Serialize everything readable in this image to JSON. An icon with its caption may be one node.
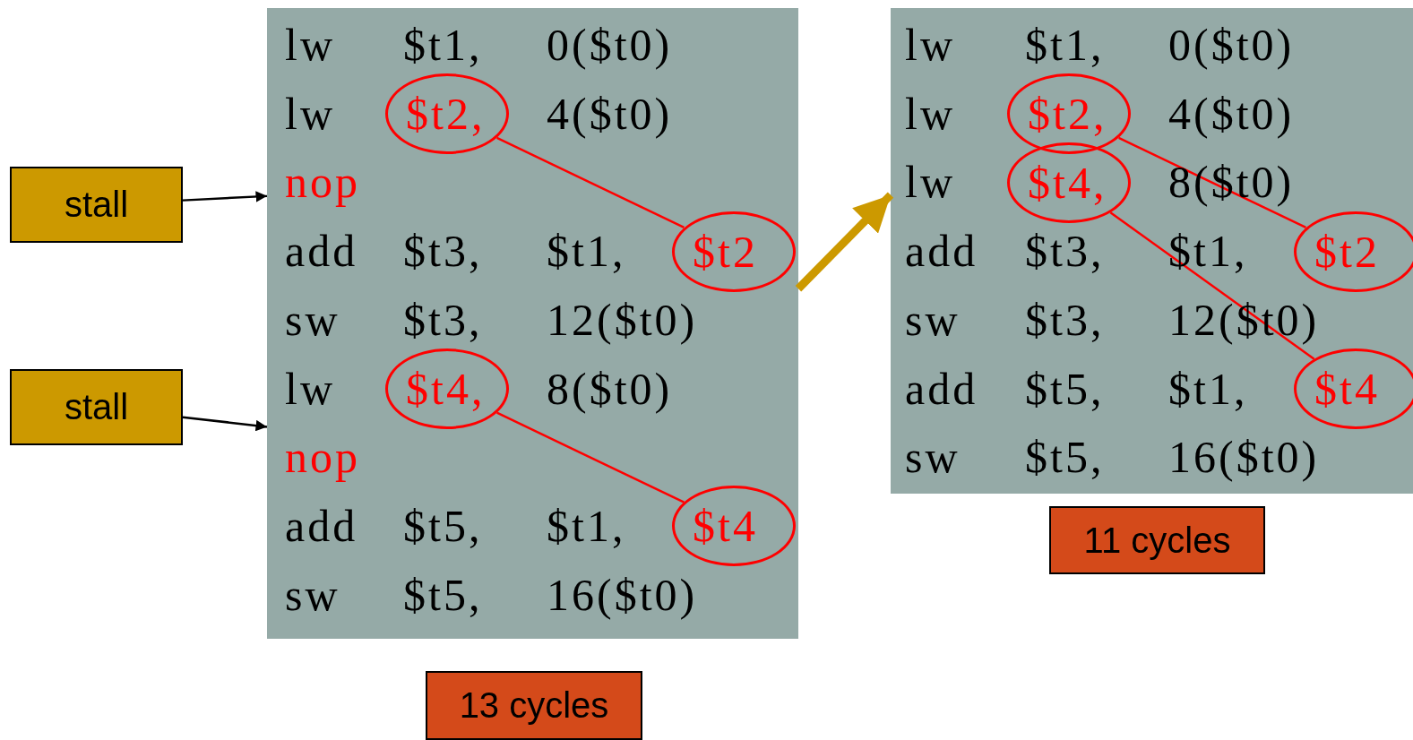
{
  "diagram": {
    "nodes": [
      {
        "text": [
          "stall"
        ]
      },
      {
        "text": [
          "stall"
        ]
      },
      {
        "text": [],
        "shape": "box"
      },
      {
        "text": [
          "lw",
          "$t1,",
          "0($t0)"
        ],
        "in": 2
      },
      {
        "text": [
          "lw",
          "4($t0)"
        ],
        "in": 2
      },
      {
        "text": [
          "$t2,"
        ],
        "in": 2
      },
      {
        "text": [
          "nop"
        ],
        "in": 2
      },
      {
        "text": [
          "add",
          "$t3,",
          "$t1,"
        ],
        "in": 2
      },
      {
        "text": [
          "$t2"
        ],
        "in": 2
      },
      {
        "text": [
          "sw",
          "$t3,",
          "12($t0)"
        ],
        "in": 2
      },
      {
        "text": [
          "lw",
          "8($t0)"
        ],
        "in": 2
      },
      {
        "text": [
          "$t4,"
        ],
        "in": 2
      },
      {
        "text": [
          "nop"
        ],
        "in": 2
      },
      {
        "text": [
          "add",
          "$t5,",
          "$t1,"
        ],
        "in": 2
      },
      {
        "text": [
          "$t4"
        ],
        "in": 2
      },
      {
        "text": [
          "sw",
          "$t5,",
          "16($t0)"
        ],
        "in": 2
      },
      {
        "text": [
          "13 cycles"
        ]
      },
      {
        "text": [],
        "shape": "box"
      },
      {
        "text": [
          "lw",
          "$t1,",
          "0($t0)"
        ],
        "in": 17
      },
      {
        "text": [
          "lw",
          "4($t0)"
        ],
        "in": 17
      },
      {
        "text": [
          "$t2,"
        ],
        "in": 17
      },
      {
        "text": [
          "lw",
          "8($t0)"
        ],
        "in": 17
      },
      {
        "text": [
          "$t4,"
        ],
        "in": 17
      },
      {
        "text": [
          "add",
          "$t3,",
          "$t1,"
        ],
        "in": 17
      },
      {
        "text": [
          "$t2"
        ],
        "in": 17
      },
      {
        "text": [
          "sw",
          "$t3,",
          "12($t0)"
        ],
        "in": 17
      },
      {
        "text": [
          "add",
          "$t5,",
          "$t1,"
        ],
        "in": 17
      },
      {
        "text": [
          "$t4"
        ],
        "in": 17
      },
      {
        "text": [
          "sw",
          "$t5,",
          "16($t0)"
        ],
        "in": 17
      },
      {
        "text": [
          "11 cycles"
        ]
      }
    ],
    "edges": [
      {
        "from": 0,
        "to": 6,
        "arrow": "to",
        "color": "#000000"
      },
      {
        "from": 1,
        "to": 12,
        "arrow": "to",
        "color": "#000000"
      },
      {
        "from": 5,
        "to": 8,
        "arrow": "none"
      },
      {
        "from": 11,
        "to": 14,
        "arrow": "none"
      },
      {
        "from": 2,
        "to": 17,
        "arrow": "to",
        "style": "thick",
        "color": "#cc9900"
      },
      {
        "from": 20,
        "to": 24,
        "arrow": "none"
      },
      {
        "from": 22,
        "to": 27,
        "arrow": "none"
      }
    ]
  }
}
